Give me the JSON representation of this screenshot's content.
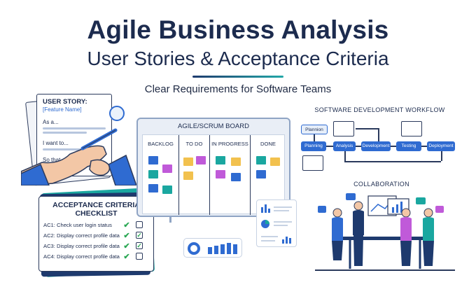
{
  "header": {
    "title": "Agile Business Analysis",
    "subtitle": "User Stories & Acceptance Criteria",
    "tagline": "Clear Requirements for Software Teams"
  },
  "user_story": {
    "heading": "USER STORY:",
    "feature": "[Feature Name]",
    "lines": [
      "As a...",
      "I want to...",
      "So that..."
    ]
  },
  "acceptance_criteria": {
    "title_line1": "ACCEPTANCE CRITERIA",
    "title_line2": "CHECKLIST",
    "items": [
      {
        "text": "AC1: Check user login status",
        "checked_box": false
      },
      {
        "text": "AC2: Display correct profile data",
        "checked_box": true
      },
      {
        "text": "AC3: Display correct profile data",
        "checked_box": true
      },
      {
        "text": "AC4: Display correct profile data",
        "checked_box": false
      }
    ]
  },
  "board": {
    "title": "AGILE/SCRUM BOARD",
    "columns": [
      "BACKLOG",
      "TO DO",
      "IN PROGRESS",
      "DONE"
    ]
  },
  "workflow": {
    "title": "SOFTWARE DEVELOPMENT WORKFLOW",
    "steps": [
      "Planning",
      "Analysis",
      "Development",
      "Testing",
      "Deployment"
    ],
    "upper_step": "Plannion"
  },
  "collaboration": {
    "title": "COLLABORATION"
  },
  "colors": {
    "navy": "#1c2b4e",
    "blue": "#2f6bd1",
    "teal": "#1aa7a0",
    "green": "#2aa854"
  }
}
